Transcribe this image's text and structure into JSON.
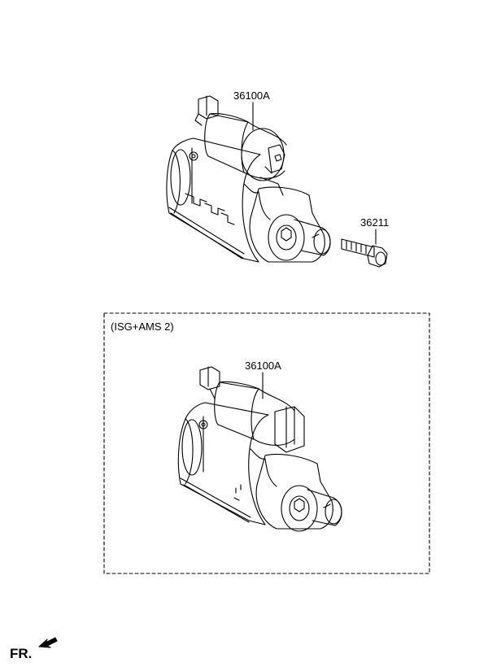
{
  "parts": {
    "starter_top_label": "36100A",
    "bolt_label": "36211",
    "starter_bottom_label": "36100A"
  },
  "variant_box": {
    "caption": "(ISG+AMS 2)"
  },
  "orientation": {
    "label": "FR."
  }
}
